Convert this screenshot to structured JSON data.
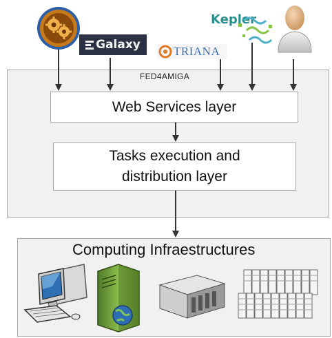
{
  "diagram": {
    "outer_container_label": "FED4AMIGA",
    "layers": [
      {
        "id": "web-services",
        "label": "Web Services layer"
      },
      {
        "id": "tasks",
        "label_line1": "Tasks execution and",
        "label_line2": "distribution layer"
      }
    ],
    "infrastructure_title": "Computing Infraestructures",
    "workflow_tools": [
      {
        "name": "taverna",
        "icon": "gear-cog-logo-icon"
      },
      {
        "name": "galaxy",
        "text": "Galaxy"
      },
      {
        "name": "triana",
        "text": "TRIANA"
      },
      {
        "name": "kepler",
        "text": "Kepler"
      },
      {
        "name": "user",
        "icon": "person-icon"
      }
    ],
    "infrastructure_icons": [
      "desktop-computer-icon",
      "web-server-icon",
      "rack-server-icon",
      "server-cluster-icon"
    ],
    "colors": {
      "arrow": "#333333",
      "panel_fill": "#f1f1f1",
      "panel_border": "#a6a6a6",
      "galaxy_bg": "#2c3143",
      "triana_blue": "#3b6fb3",
      "kepler_teal": "#2a8f8f"
    }
  }
}
